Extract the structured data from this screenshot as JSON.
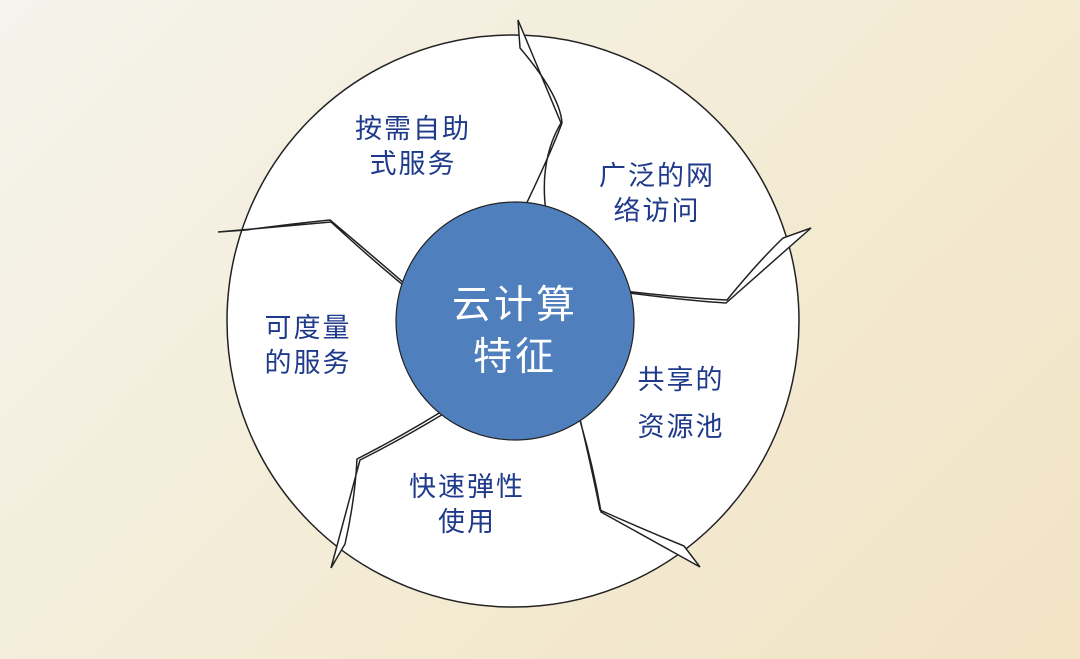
{
  "colors": {
    "center_fill": "#4f80bd",
    "label_text": "#1f3a8a",
    "center_text": "#ffffff",
    "outline": "#222222"
  },
  "center": {
    "line1": "云计算",
    "line2": "特征"
  },
  "features": [
    {
      "line1": "按需自助",
      "line2": "式服务"
    },
    {
      "line1": "广泛的网",
      "line2": "络访问"
    },
    {
      "line1": "共享的",
      "line2": "资源池"
    },
    {
      "line1": "快速弹性",
      "line2": "使用"
    },
    {
      "line1": "可度量",
      "line2": "的服务"
    }
  ]
}
